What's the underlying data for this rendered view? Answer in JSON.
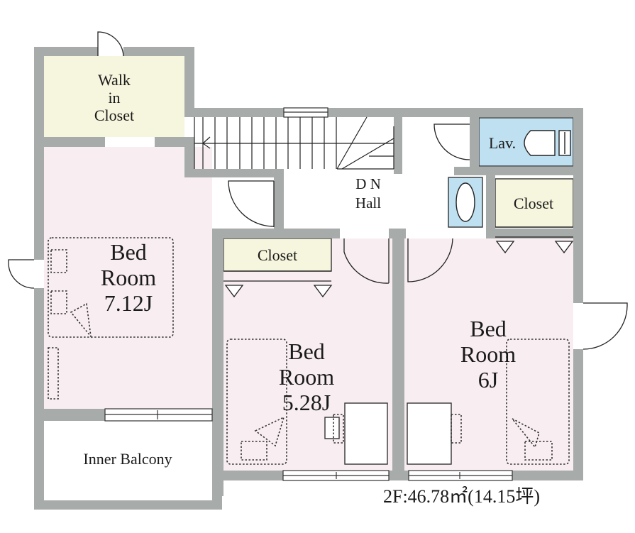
{
  "labels": {
    "walk_in_closet": [
      "Walk",
      "in",
      "Closet"
    ],
    "bedroom_a": [
      "Bed",
      "Room",
      "7.12J"
    ],
    "bedroom_b": [
      "Bed",
      "Room",
      "5.28J"
    ],
    "bedroom_c": [
      "Bed",
      "Room",
      "6J"
    ],
    "closet_b": "Closet",
    "closet_c": "Closet",
    "lav": "Lav.",
    "stairs_dn": "D N",
    "hall": "Hall",
    "inner_balcony": "Inner Balcony",
    "floor_area": "2F:46.78㎡(14.15坪)"
  },
  "colors": {
    "wall": "#a7abaa",
    "bedroom_fill": "#f8eef1",
    "closet_fill": "#f6f5dd",
    "lav_fill": "#bfe0f0",
    "hall_fill": "#ffffff",
    "line": "#222222"
  }
}
